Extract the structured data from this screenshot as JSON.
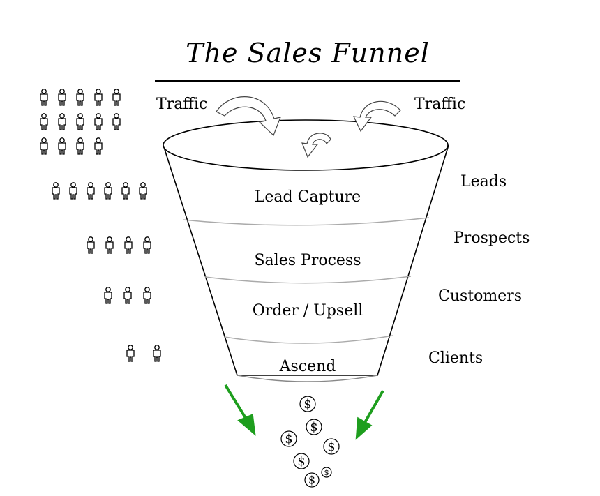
{
  "title": "The Sales Funnel",
  "traffic_left": "Traffic",
  "traffic_right": "Traffic",
  "stages": [
    {
      "name": "Lead Capture",
      "side_label": "Leads",
      "people": 6
    },
    {
      "name": "Sales Process",
      "side_label": "Prospects",
      "people": 4
    },
    {
      "name": "Order / Upsell",
      "side_label": "Customers",
      "people": 3
    },
    {
      "name": "Ascend",
      "side_label": "Clients",
      "people": 2
    }
  ],
  "traffic_people": 14,
  "icons": {
    "person": "person-icon",
    "dollar": "dollar-coin-icon",
    "arrow": "arrow-icon"
  },
  "colors": {
    "outline": "#000000",
    "arrow_green": "#1e9e1e",
    "funnel_band": "#aaaaaa"
  }
}
